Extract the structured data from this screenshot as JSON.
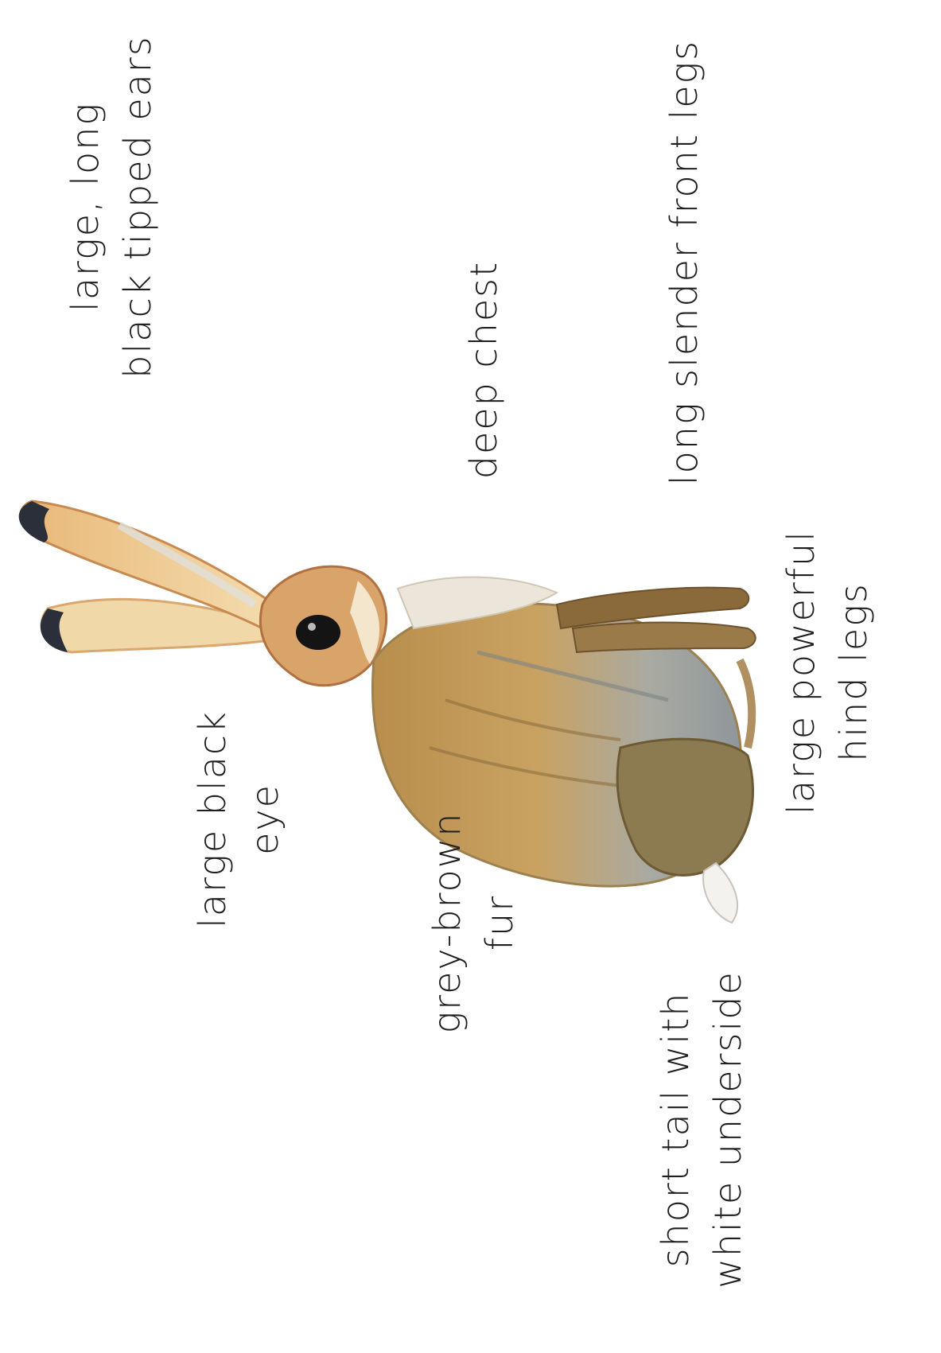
{
  "colors": {
    "background": "#ffffff",
    "text": "#1e1e1e",
    "fur_tan": "#c9a262",
    "fur_grey": "#9ea4a6",
    "ear_tip": "#2b2f3a",
    "leg_brown": "#8a6a3a"
  },
  "labels": {
    "ears": [
      "large, long",
      "black tipped ears"
    ],
    "chest": [
      "deep chest"
    ],
    "front_legs": [
      "long slender front legs"
    ],
    "eye": [
      "large black",
      "eye"
    ],
    "hind_legs": [
      "large powerful",
      "hind legs"
    ],
    "fur": [
      "grey-brown",
      "fur"
    ],
    "tail": [
      "short tail with",
      "white underside"
    ]
  }
}
